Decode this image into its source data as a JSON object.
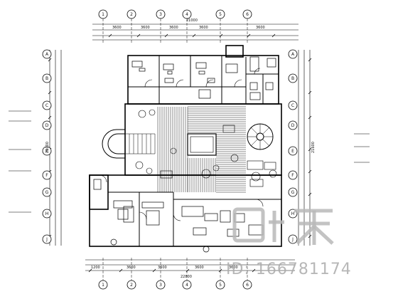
{
  "columns": [
    "1",
    "2",
    "3",
    "4",
    "5",
    "6"
  ],
  "rows": [
    "A",
    "B",
    "C",
    "D",
    "E",
    "F",
    "G",
    "H",
    "J"
  ],
  "dims": {
    "top_overall": "21000",
    "top_bays": [
      "3600",
      "3600",
      "3600",
      "3600",
      "3600"
    ],
    "bottom_overall": "22800",
    "bottom_bays": [
      "1200",
      "3600",
      "3600",
      "3600",
      "3600"
    ],
    "left_overall": "21000",
    "right_overall": "21600"
  },
  "watermark": {
    "logo_text": "知末",
    "id_text": "ID: 166781174"
  }
}
